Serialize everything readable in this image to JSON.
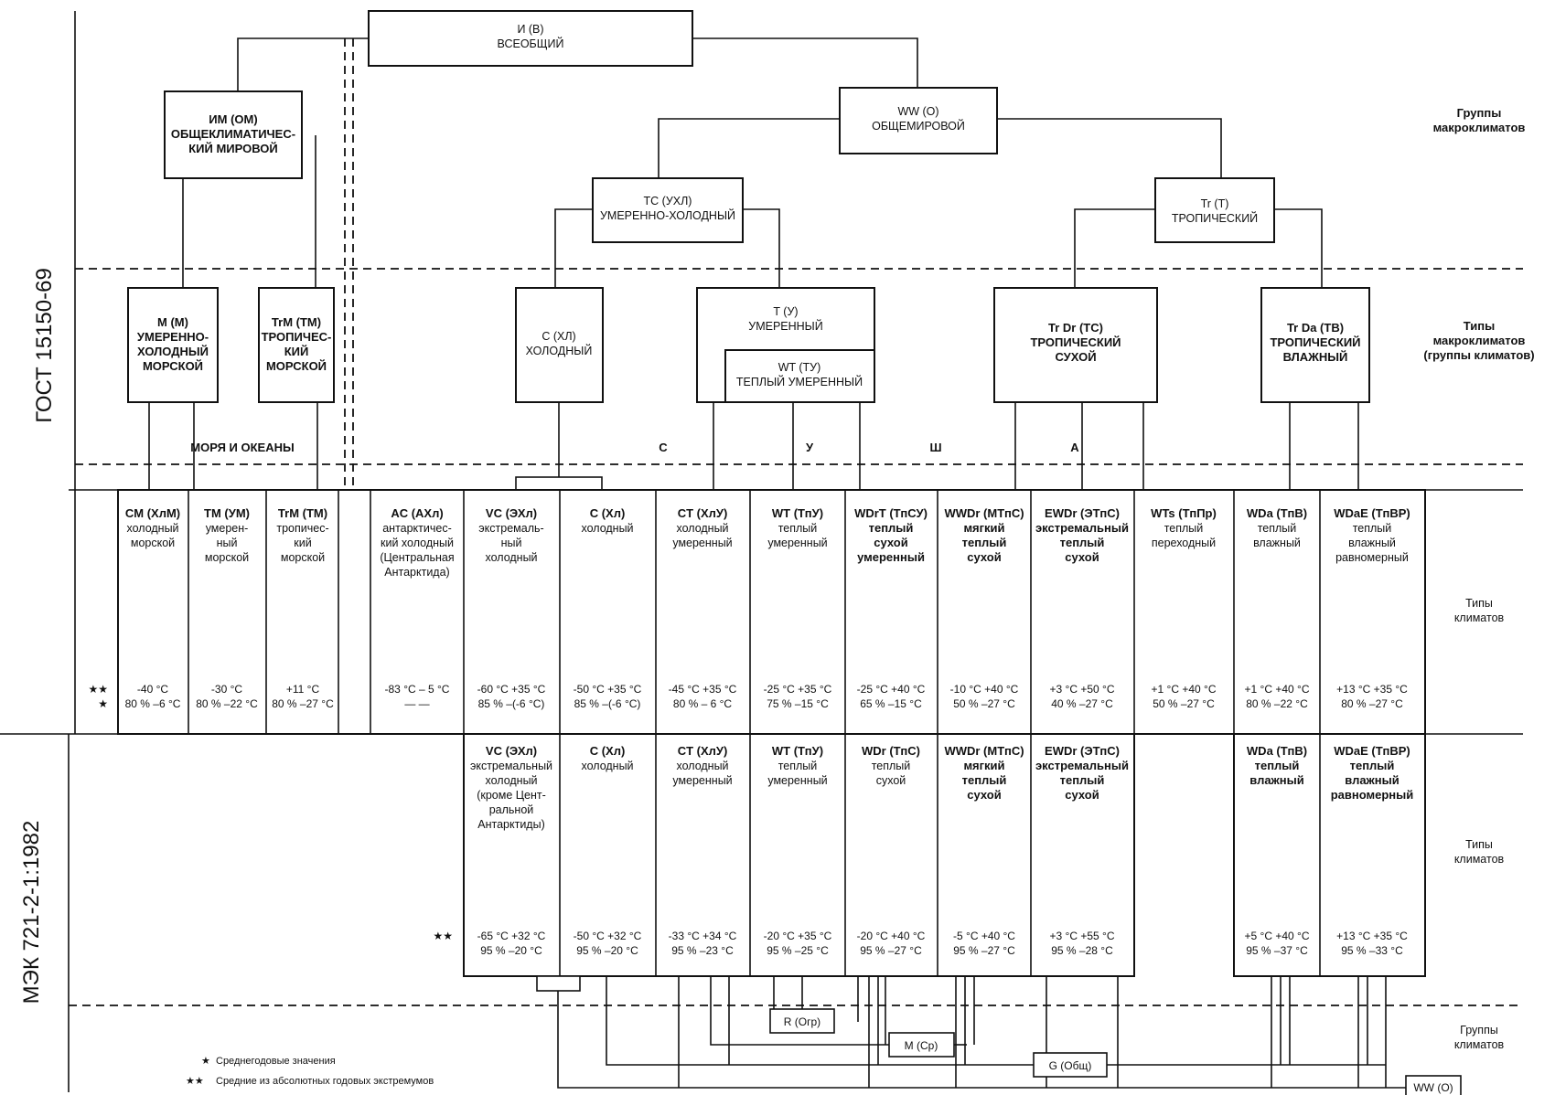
{
  "side_labels": {
    "gost": "ГОСТ 15150-69",
    "iec": "МЭК 721-2-1:1982"
  },
  "right_labels": {
    "macro_groups": [
      "Группы",
      "макроклиматов"
    ],
    "macro_types": [
      "Типы",
      "макроклиматов",
      "(группы климатов)"
    ],
    "climate_types_gost": [
      "Типы",
      "климатов"
    ],
    "climate_types_iec": [
      "Типы",
      "климатов"
    ],
    "climate_groups": [
      "Группы",
      "климатов"
    ]
  },
  "top_nodes": {
    "universal": [
      "И (В)",
      "ВСЕОБЩИЙ"
    ],
    "general_world": [
      "ИМ (ОМ)",
      "ОБЩЕКЛИМАТИЧЕС-",
      "КИЙ МИРОВОЙ"
    ],
    "world": [
      "WW (O)",
      "ОБЩЕМИРОВОЙ"
    ],
    "temperate_cold": [
      "TC (УХЛ)",
      "УМЕРЕННО-ХОЛОДНЫЙ"
    ],
    "tropical": [
      "Tr (T)",
      "ТРОПИЧЕСКИЙ"
    ]
  },
  "macro_nodes": {
    "m": [
      "M (M)",
      "УМЕРЕННО-",
      "ХОЛОДНЫЙ",
      "МОРСКОЙ"
    ],
    "trm": [
      "TrM (TM)",
      "ТРОПИЧЕС-",
      "КИЙ",
      "МОРСКОЙ"
    ],
    "c": [
      "С (ХЛ)",
      "ХОЛОДНЫЙ"
    ],
    "t": [
      "T (У)",
      "УМЕРЕННЫЙ"
    ],
    "wt": [
      "WT (ТУ)",
      "ТЕПЛЫЙ УМЕРЕННЫЙ"
    ],
    "trdr": [
      "Tr Dr (TC)",
      "ТРОПИЧЕСКИЙ",
      "СУХОЙ"
    ],
    "trda": [
      "Tr Da (TB)",
      "ТРОПИЧЕСКИЙ",
      "ВЛАЖНЫЙ"
    ]
  },
  "region_labels": {
    "seas": "МОРЯ    И   ОКЕАНЫ",
    "s": "С",
    "u": "У",
    "sh": "Ш",
    "a": "А"
  },
  "stars": {
    "double": "★★",
    "single": "★"
  },
  "gost_columns": [
    {
      "code": "CM (ХлМ)",
      "desc": [
        "холодный",
        "морской"
      ],
      "abs": "-40 °C",
      "avg": "80 % –6 °C"
    },
    {
      "code": "TM (УМ)",
      "desc": [
        "умерен-",
        "ный",
        "морской"
      ],
      "abs": "-30 °C",
      "avg": "80 % –22 °C"
    },
    {
      "code": "TrM (TM)",
      "desc": [
        "тропичес-",
        "кий",
        "морской"
      ],
      "abs": "+11 °C",
      "avg": "80 % –27 °C"
    },
    {
      "code": "AC (АХл)",
      "desc": [
        "антарктичес-",
        "кий холодный",
        "(Центральная",
        "Антарктида)"
      ],
      "abs": "-83 °C – 5 °C",
      "avg": "—        —"
    },
    {
      "code": "VC (ЭХл)",
      "desc": [
        "экстремаль-",
        "ный",
        "холодный"
      ],
      "abs": "-60 °C +35 °C",
      "avg": "85 % –(-6 °C)"
    },
    {
      "code": "C (Хл)",
      "desc": [
        "холодный"
      ],
      "abs": "-50 °C +35 °C",
      "avg": "85 % –(-6 °C)"
    },
    {
      "code": "CT (ХлУ)",
      "desc": [
        "холодный",
        "умеренный"
      ],
      "abs": "-45 °C +35 °C",
      "avg": "80 % – 6 °C"
    },
    {
      "code": "WT (ТпУ)",
      "desc": [
        "теплый",
        "умеренный"
      ],
      "abs": "-25 °C +35 °C",
      "avg": "75 % –15 °C"
    },
    {
      "code": "WDrT (ТпСУ)",
      "desc": [
        "теплый",
        "сухой",
        "умеренный"
      ],
      "abs": "-25 °C +40 °C",
      "avg": "65 % –15 °C"
    },
    {
      "code": "WWDr (МТпС)",
      "desc": [
        "мягкий",
        "теплый",
        "сухой"
      ],
      "abs": "-10 °C +40 °C",
      "avg": "50 % –27 °C"
    },
    {
      "code": "EWDr (ЭТпС)",
      "desc": [
        "экстремальный",
        "теплый",
        "сухой"
      ],
      "abs": "+3 °C +50 °C",
      "avg": "40 % –27 °C"
    },
    {
      "code": "WTs (ТпПр)",
      "desc": [
        "теплый",
        "переходный"
      ],
      "abs": "+1 °C +40 °C",
      "avg": "50 % –27 °C"
    },
    {
      "code": "WDa (ТпВ)",
      "desc": [
        "теплый",
        "влажный"
      ],
      "abs": "+1 °C +40 °C",
      "avg": "80 % –22 °C"
    },
    {
      "code": "WDaE (ТпВР)",
      "desc": [
        "теплый",
        "влажный",
        "равномерный"
      ],
      "abs": "+13 °C +35 °C",
      "avg": "80 % –27 °C"
    }
  ],
  "iec_columns": [
    {
      "code": "VC (ЭХл)",
      "desc": [
        "экстремальный",
        "холодный",
        "(кроме Цент-",
        "ральной",
        "Антарктиды)"
      ],
      "abs": "-65 °C +32 °C",
      "avg": "95 % –20 °C"
    },
    {
      "code": "C (Хл)",
      "desc": [
        "холодный"
      ],
      "abs": "-50 °C +32 °C",
      "avg": "95 % –20 °C"
    },
    {
      "code": "CT (ХлУ)",
      "desc": [
        "холодный",
        "умеренный"
      ],
      "abs": "-33 °C +34 °C",
      "avg": "95 % –23 °C"
    },
    {
      "code": "WT (ТпУ)",
      "desc": [
        "теплый",
        "умеренный"
      ],
      "abs": "-20 °C +35 °C",
      "avg": "95 % –25 °C"
    },
    {
      "code": "WDr (ТпС)",
      "desc": [
        "теплый",
        "сухой"
      ],
      "abs": "-20 °C +40 °C",
      "avg": "95 % –27 °C"
    },
    {
      "code": "WWDr (МТпС)",
      "desc": [
        "мягкий",
        "теплый",
        "сухой"
      ],
      "abs": "-5 °C +40 °C",
      "avg": "95 % –27 °C"
    },
    {
      "code": "EWDr (ЭТпС)",
      "desc": [
        "экстремальный",
        "теплый",
        "сухой"
      ],
      "abs": "+3 °C +55 °C",
      "avg": "95 % –28 °C"
    },
    {
      "code": "WDa (ТпВ)",
      "desc": [
        "теплый",
        "влажный"
      ],
      "abs": "+5 °C +40 °C",
      "avg": "95 % –37 °C"
    },
    {
      "code": "WDaE (ТпВР)",
      "desc": [
        "теплый",
        "влажный",
        "равномерный"
      ],
      "abs": "+13 °C +35 °C",
      "avg": "95 % –33 °C"
    }
  ],
  "groups": {
    "r": "R (Огр)",
    "m": "M (Ср)",
    "g": "G (Общ)",
    "ww": "WW (O)"
  },
  "legend": {
    "single": "Среднегодовые значения",
    "double": "Средние из абсолютных годовых экстремумов"
  }
}
